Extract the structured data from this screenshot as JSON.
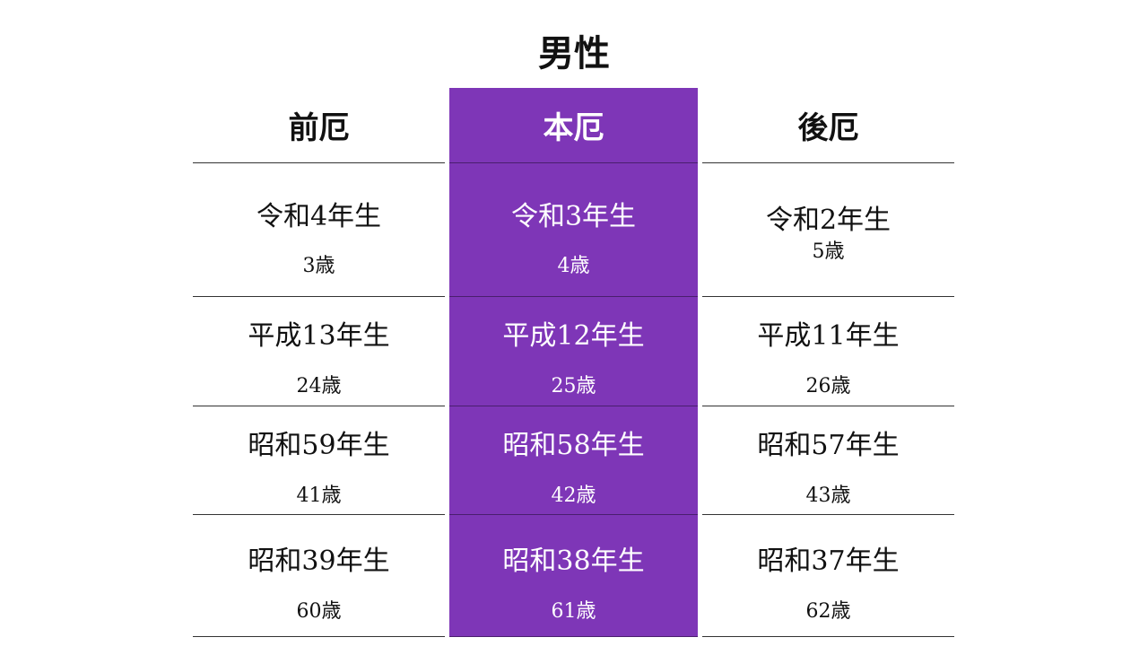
{
  "title": "男性",
  "columns": [
    {
      "header": "前厄",
      "rows": [
        {
          "era": "令和4年生",
          "age": "3歳"
        },
        {
          "era": "平成13年生",
          "age": "24歳"
        },
        {
          "era": "昭和59年生",
          "age": "41歳"
        },
        {
          "era": "昭和39年生",
          "age": "60歳"
        }
      ]
    },
    {
      "header": "本厄",
      "rows": [
        {
          "era": "令和3年生",
          "age": "4歳"
        },
        {
          "era": "平成12年生",
          "age": "25歳"
        },
        {
          "era": "昭和58年生",
          "age": "42歳"
        },
        {
          "era": "昭和38年生",
          "age": "61歳"
        }
      ]
    },
    {
      "header": "後厄",
      "rows": [
        {
          "era": "令和2年生",
          "age": "5歳"
        },
        {
          "era": "平成11年生",
          "age": "26歳"
        },
        {
          "era": "昭和57年生",
          "age": "43歳"
        },
        {
          "era": "昭和37年生",
          "age": "62歳"
        }
      ]
    }
  ],
  "colors": {
    "highlight": "#7e36b7",
    "text": "#111111",
    "highlight_text": "#ffffff"
  }
}
